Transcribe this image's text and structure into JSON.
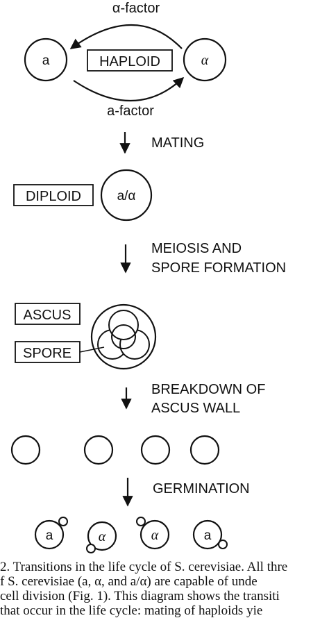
{
  "top": {
    "alpha_factor": "α-factor",
    "a_factor": "a-factor",
    "haploid_label": "HAPLOID",
    "cell_a": "a",
    "cell_alpha": "α"
  },
  "steps": {
    "mating": "MATING",
    "meiosis_line1": "MEIOSIS AND",
    "meiosis_line2": "SPORE FORMATION",
    "breakdown_line1": "BREAKDOWN OF",
    "breakdown_line2": "ASCUS WALL",
    "germination": "GERMINATION"
  },
  "diploid": {
    "label": "DIPLOID",
    "cell": "a/α"
  },
  "ascus": {
    "ascus_label": "ASCUS",
    "spore_label": "SPORE"
  },
  "germinated": {
    "cells": [
      "a",
      "α",
      "α",
      "a"
    ]
  },
  "caption": {
    "lines": [
      "2. Transitions in the life cycle of S. cerevisiae. All thre",
      "f S. cerevisiae (a, α, and a/α) are capable of unde",
      "cell division (Fig. 1). This diagram shows the transiti",
      "that occur in the life cycle: mating of haploids yie"
    ]
  }
}
